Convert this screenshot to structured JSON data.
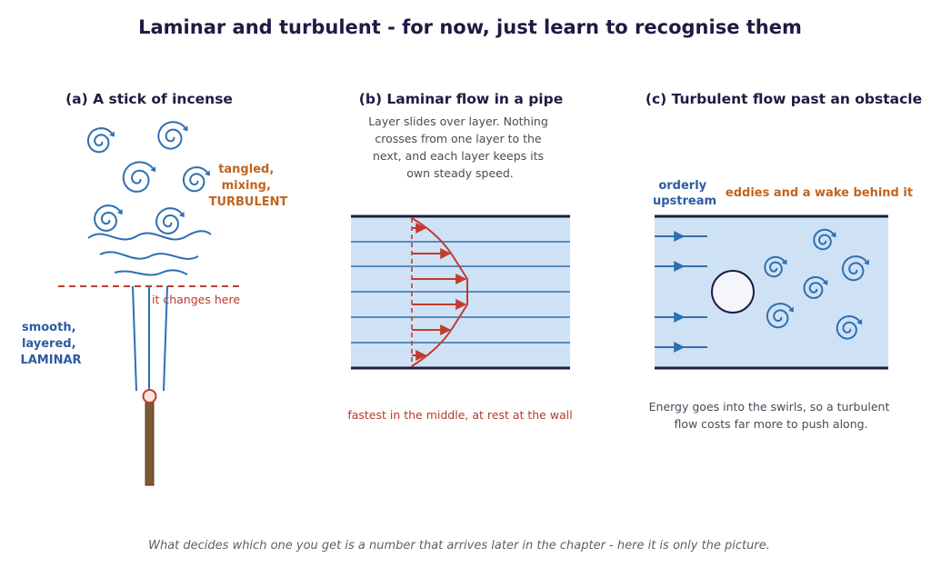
{
  "title": "Laminar and turbulent - for now, just learn to recognise them",
  "panel_a": {
    "title": "(a) A stick of incense",
    "turbulent_label": [
      "tangled,",
      "mixing,",
      "TURBULENT"
    ],
    "laminar_label": [
      "smooth,",
      "layered,",
      "LAMINAR"
    ],
    "transition_note": "it changes here"
  },
  "panel_b": {
    "title": "(b) Laminar flow in a pipe",
    "description": [
      "Layer slides over layer. Nothing",
      "crosses from one layer to the",
      "next, and each layer keeps its",
      "own steady speed."
    ],
    "caption": "fastest in the middle, at rest at the wall"
  },
  "panel_c": {
    "title": "(c) Turbulent flow past an obstacle",
    "upstream_label": [
      "orderly",
      "upstream"
    ],
    "wake_label": "eddies and a wake behind it",
    "caption": [
      "Energy goes into the swirls, so a turbulent",
      "flow costs far more to push along."
    ]
  },
  "footer": "What decides which one you get is a number that arrives later in the chapter - here it is only the picture.",
  "colors": {
    "navy": "#1e1b44",
    "flow_blue": "#2f6fb0",
    "pipe_fill": "#cfe2f5",
    "velocity_red": "#c23b30",
    "orange": "#c0641e",
    "incense_stick": "#7a5a34"
  },
  "icons": [
    "swirl-eddy-icon",
    "arrow-right-icon",
    "obstacle-circle-icon",
    "incense-stick-icon"
  ]
}
